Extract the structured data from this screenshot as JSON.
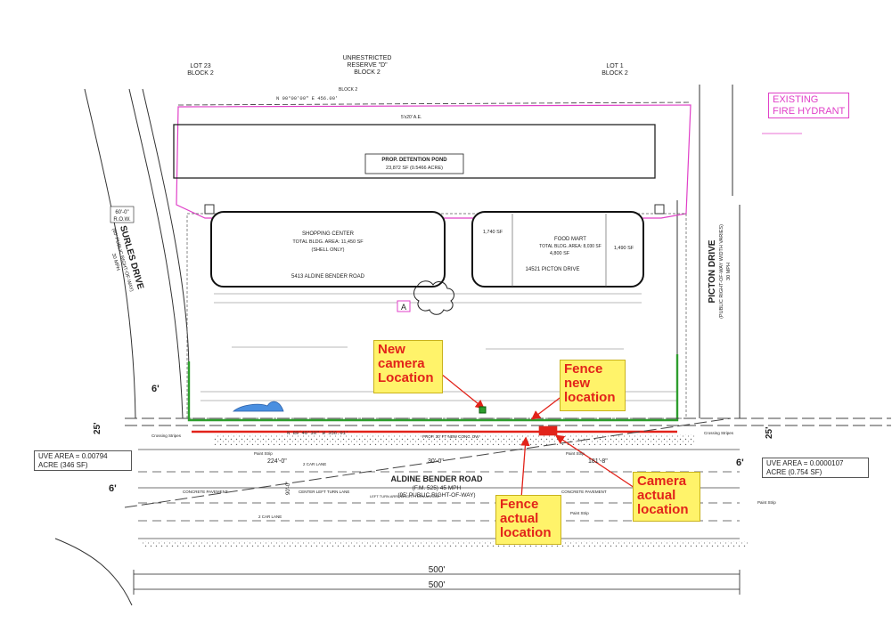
{
  "parcel": {
    "reserve": [
      "UNRESTRICTED",
      "RESERVE \"D\"",
      "BLOCK 2"
    ],
    "lot_left": [
      "LOT 23",
      "BLOCK 2"
    ],
    "lot_right": [
      "LOT 1",
      "BLOCK 2"
    ],
    "block_tag": "BLOCK 2",
    "north_bearing": "N 90°00'00\" E 456.00'",
    "south_bearing": "N 89´40'30\" W 356.01'",
    "easement": "5'x20' A.E."
  },
  "pond": {
    "title": "PROP. DETENTION POND",
    "area": "23,872 SF (0.5466 ACRE)"
  },
  "shopping": {
    "title": "SHOPPING CENTER",
    "area": "TOTAL BLDG. AREA: 11,450 SF",
    "note": "(SHELL ONLY)",
    "address": "5413 ALDINE BENDER ROAD"
  },
  "foodmart": {
    "title": "FOOD MART",
    "area": "TOTAL BLDG. AREA: 8,030 SF",
    "unit_a": "1,740 SF",
    "unit_b": "4,800 SF",
    "unit_c": "1,490 SF",
    "address": "14521 PICTON DRIVE"
  },
  "roads": {
    "surles": [
      "SURLES DRIVE",
      "(60' PUBLIC RIGHT-OF-WAY)",
      "30 MPH"
    ],
    "surles_row": [
      "60'-0\"",
      "R.O.W."
    ],
    "picton": [
      "PICTON DRIVE",
      "(PUBLIC RIGHT-OF-WAY WIDTH VARIES)",
      "30 MPH"
    ],
    "aldine": [
      "ALDINE BENDER ROAD",
      "(F.M. 525) 45 MPH",
      "(95' PUBLIC RIGHT-OF-WAY)"
    ]
  },
  "dims": {
    "d6_left": "6'",
    "d6_mid": "6'",
    "d6_right": "6'",
    "d25_left": "25'",
    "d25_right": "25'",
    "d500_a": "500'",
    "d500_b": "500'",
    "d224": "224'-0\"",
    "d30": "30'-0\"",
    "d181": "181'-8\"",
    "d90": "90'-0\""
  },
  "uve_left": [
    "UVE AREA = 0.00794",
    "ACRE (346 SF)"
  ],
  "uve_right": [
    "UVE AREA = 0.0000107",
    "ACRE (0.754 SF)"
  ],
  "hydrant": [
    "EXISTING",
    "FIRE HYDRANT"
  ],
  "callouts": {
    "new_camera": [
      "New",
      "camera",
      "Location"
    ],
    "fence_new": [
      "Fence",
      "new",
      "location"
    ],
    "camera_actual": [
      "Camera",
      "actual",
      "location"
    ],
    "fence_actual": [
      "Fence",
      "actual",
      "location"
    ]
  },
  "marker_a": "A",
  "small_labels": {
    "paint_strip": "Paint Strip",
    "conc_pavement": "CONCRETE PAVEMENT",
    "center_turn": "CENTER LEFT TURN LANE",
    "two_car": "2 CAR LANE",
    "crossing": "Crossing Stripes",
    "prop_sidewalk": "PROP. 30' FT NEW CONC. DW",
    "left_turn": "LEFT TURN ARROW",
    "right_turn": "RIGHT TURN ARROW"
  },
  "colors": {
    "boundary": "#e040c8",
    "fence_new": "#2e9e2e",
    "fence_actual": "#e2231a",
    "callout_bg": "#fff36a",
    "pond_hatch": "#4a8fe0"
  }
}
